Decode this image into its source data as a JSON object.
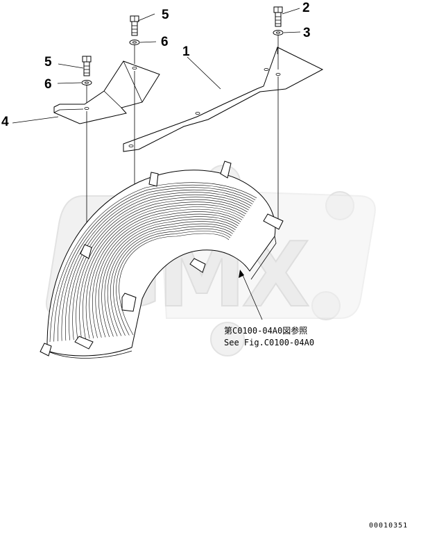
{
  "callouts": [
    {
      "id": "1",
      "label": "1"
    },
    {
      "id": "2",
      "label": "2"
    },
    {
      "id": "3",
      "label": "3"
    },
    {
      "id": "4",
      "label": "4"
    },
    {
      "id": "5a",
      "label": "5"
    },
    {
      "id": "5b",
      "label": "5"
    },
    {
      "id": "6a",
      "label": "6"
    },
    {
      "id": "6b",
      "label": "6"
    }
  ],
  "reference_note": {
    "line1": "第C0100-04A0図参照",
    "line2": "See Fig.C0100-04A0"
  },
  "serial": "00010351",
  "watermark": {
    "text": "GMX"
  },
  "colors": {
    "line": "#000000",
    "background": "#ffffff",
    "watermark": "#e6e6e6"
  }
}
